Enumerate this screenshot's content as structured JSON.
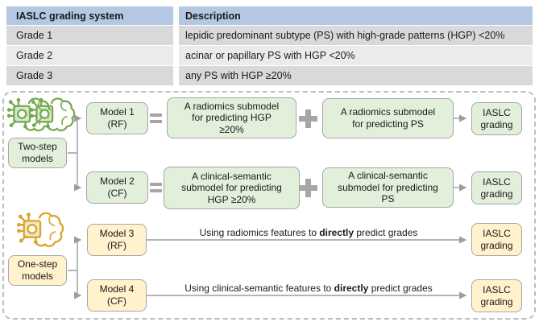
{
  "table": {
    "headers": [
      "IASLC grading system",
      "Description"
    ],
    "rows": [
      {
        "grade": "Grade 1",
        "description": "lepidic predominant subtype (PS) with high-grade patterns (HGP) <20%"
      },
      {
        "grade": "Grade 2",
        "description": "acinar or papillary PS with HGP <20%"
      },
      {
        "grade": "Grade 3",
        "description": "any PS with HGP ≥20%"
      }
    ]
  },
  "flowchart": {
    "two_step": {
      "group_label": "Two-step\nmodels",
      "rows": [
        {
          "model": "Model 1\n(RF)",
          "submodel_a": "A radiomics submodel\nfor predicting HGP\n≥20%",
          "submodel_b": "A radiomics submodel\nfor predicting PS",
          "output": "IASLC\ngrading"
        },
        {
          "model": "Model 2\n(CF)",
          "submodel_a": "A clinical-semantic\nsubmodel for predicting\nHGP ≥20%",
          "submodel_b": "A clinical-semantic\nsubmodel for predicting\nPS",
          "output": "IASLC\ngrading"
        }
      ]
    },
    "one_step": {
      "group_label": "One-step\nmodels",
      "rows": [
        {
          "model": "Model 3\n(RF)",
          "caption_prefix": "Using radiomics features to ",
          "caption_bold": "directly",
          "caption_suffix": " predict grades",
          "output": "IASLC\ngrading"
        },
        {
          "model": "Model 4\n(CF)",
          "caption_prefix": "Using clinical-semantic features to ",
          "caption_bold": "directly",
          "caption_suffix": " predict grades",
          "output": "IASLC\ngrading"
        }
      ]
    },
    "icons": {
      "two_step": "dual-ai-chip-brain-icon",
      "one_step": "ai-chip-brain-icon"
    }
  },
  "colors": {
    "header_bg": "#b4c8e4",
    "row_dark": "#d9d9d9",
    "row_light": "#ebebeb",
    "green_fill": "#e2efda",
    "yellow_fill": "#fff2cc",
    "box_border": "#a6a6a6",
    "plus_gray": "#a6a6a6",
    "connector": "#9c9c9c",
    "icon_green": "#74a94e",
    "icon_orange": "#d9a52c",
    "dash_border": "#bdbdbd",
    "text": "#1a1a1a"
  }
}
